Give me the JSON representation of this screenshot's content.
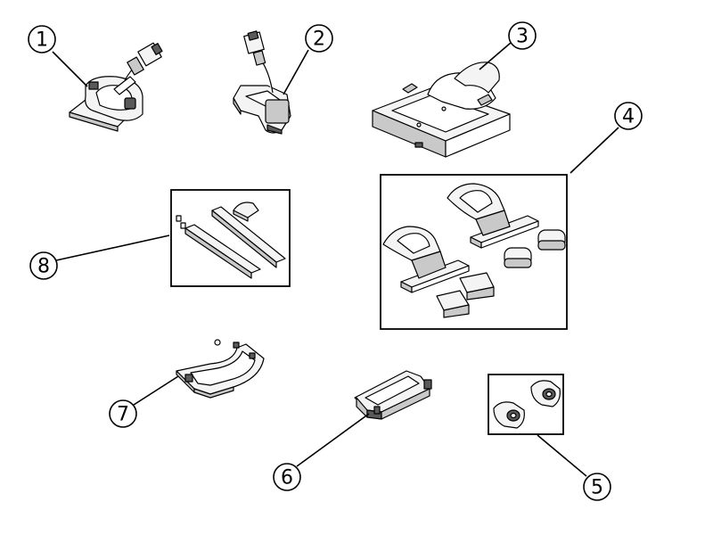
{
  "diagram": {
    "type": "exploded-parts-diagram",
    "callouts": [
      {
        "label": "1"
      },
      {
        "label": "2"
      },
      {
        "label": "3"
      },
      {
        "label": "4"
      },
      {
        "label": "5"
      },
      {
        "label": "6"
      },
      {
        "label": "7"
      },
      {
        "label": "8"
      }
    ]
  }
}
